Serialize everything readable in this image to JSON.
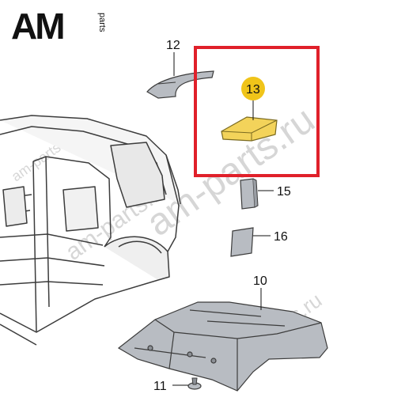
{
  "logo": {
    "text": "AM",
    "sub": "parts"
  },
  "watermark": {
    "text": "am-parts.ru"
  },
  "callouts": {
    "p10": "10",
    "p11": "11",
    "p12": "12",
    "p13": "13",
    "p15": "15",
    "p16": "16"
  },
  "colors": {
    "highlight_frame": "#e0202a",
    "highlight_part": "#f3d35a",
    "badge": "#f0c419",
    "part_gray": "#b8bcc2",
    "outline": "#3c3c3c"
  }
}
